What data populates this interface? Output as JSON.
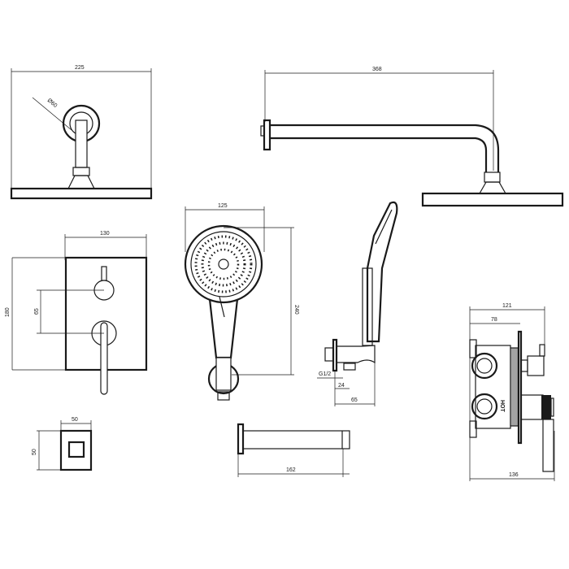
{
  "dimensions": {
    "rain_head_width": "225",
    "wall_flange_diameter": "Ø60",
    "arm_length": "368",
    "hand_shower_width": "125",
    "hand_shower_length": "240",
    "valve_plate_width": "130",
    "valve_plate_height": "180",
    "valve_axis_spacing": "65",
    "outlet_thread": "G1/2",
    "outlet_offset": "24",
    "outlet_projection": "65",
    "outlet_square_width": "50",
    "outlet_square_height": "50",
    "spout_length": "162",
    "valve_depth_total": "121",
    "valve_body_depth": "78",
    "valve_depth_with_lever": "136"
  },
  "labels": {
    "hot": "HOT"
  }
}
